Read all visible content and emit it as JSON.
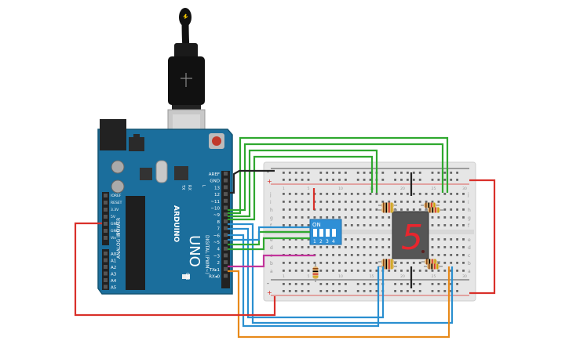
{
  "arduino": {
    "model": "UNO",
    "brand": "ARDUINO",
    "power_header": [
      "IOREF",
      "RESET",
      "3.3V",
      "5V",
      "GND",
      "GND",
      "Vin"
    ],
    "analog_header": [
      "A0",
      "A1",
      "A2",
      "A3",
      "A4",
      "A5"
    ],
    "analog_label": "ANALOG IN",
    "power_label": "POWER",
    "digital_header": [
      "AREF",
      "GND",
      "13",
      "12",
      "~11",
      "~10",
      "~9",
      "8",
      "7",
      "~6",
      "~5",
      "4",
      "~3",
      "2",
      "TX▸1",
      "RX◂0"
    ],
    "digital_label": "DIGITAL (PWM~)",
    "led_labels": [
      "TX",
      "RX",
      "L"
    ],
    "on_label": "ON"
  },
  "dip_switch": {
    "label": "ON",
    "numbers": [
      "1",
      "2",
      "3",
      "4"
    ]
  },
  "display": {
    "digit": "5",
    "segment_color": "#e8262e"
  },
  "breadboard": {
    "row_letters_top": [
      "j",
      "i",
      "h",
      "g",
      "f"
    ],
    "row_letters_bottom": [
      "e",
      "d",
      "c",
      "b",
      "a"
    ],
    "column_numbers": [
      "1",
      "5",
      "10",
      "15",
      "20",
      "25",
      "30"
    ],
    "rail_plus": "+",
    "rail_minus": "-"
  },
  "colors": {
    "board": "#1b6e9c",
    "breadboard": "#e6e6e6",
    "wire_green": "#2fa82f",
    "wire_blue": "#2a8fd0",
    "wire_red": "#d9302a",
    "wire_orange": "#e88a1a",
    "wire_magenta": "#c2349b",
    "wire_black": "#222222"
  }
}
